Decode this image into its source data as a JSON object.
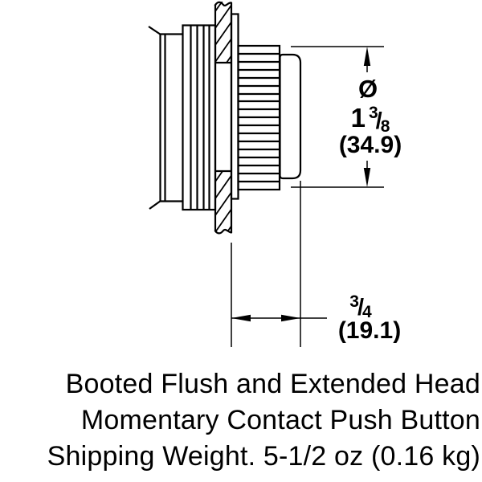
{
  "page": {
    "background_color": "#ffffff",
    "line_color": "#000000"
  },
  "drawing": {
    "dimension_diameter": {
      "symbol": "Ø",
      "value_whole": "1",
      "value_frac_numerator": "3",
      "value_frac_slash": "/",
      "value_frac_denominator": "8",
      "value_metric": "(34.9)"
    },
    "dimension_depth": {
      "value_frac_numerator": "3",
      "value_frac_slash": "/",
      "value_frac_denominator": "4",
      "value_metric": "(19.1)"
    }
  },
  "caption": {
    "line1": "Booted Flush and Extended Head",
    "line2": "Momentary Contact Push Button",
    "line3": "Shipping Weight. 5-1/2 oz (0.16 kg)"
  }
}
